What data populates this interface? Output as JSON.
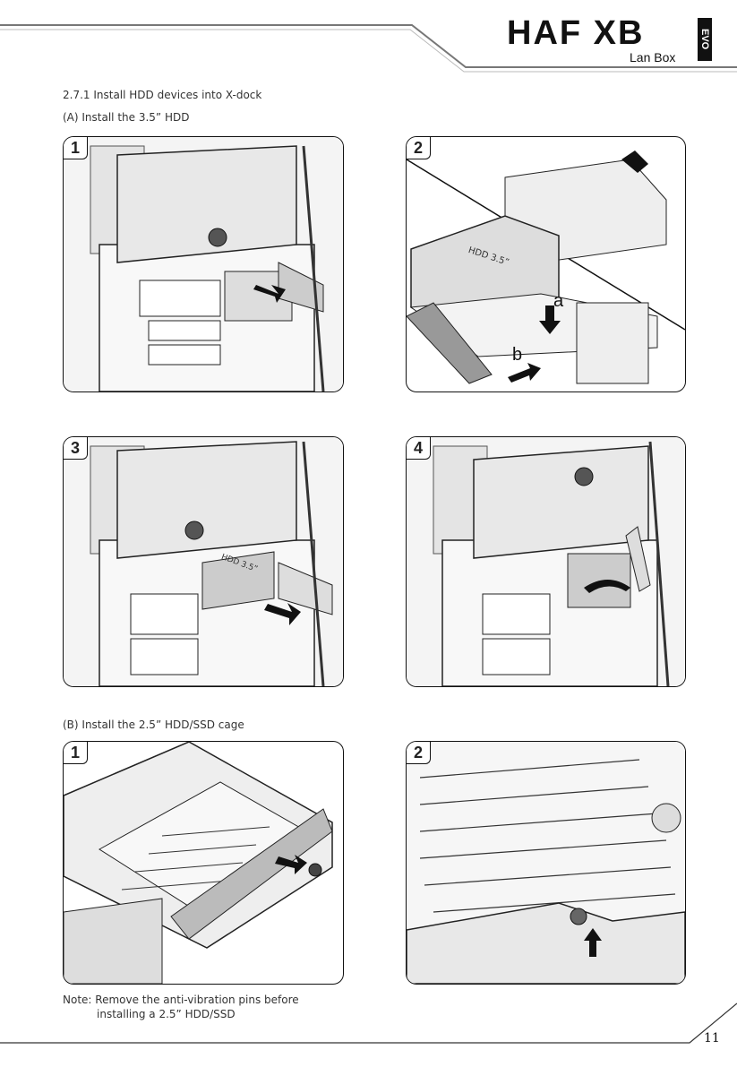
{
  "header": {
    "brand": "HAF XB",
    "brand_sub": "Lan Box",
    "brand_edition": "EVO"
  },
  "section_a": {
    "title": "2.7.1 Install HDD devices into X-dock",
    "subtitle": "(A) Install the 3.5” HDD",
    "steps": [
      {
        "number": "1"
      },
      {
        "number": "2",
        "callout_a": "a",
        "callout_b": "b",
        "drive_label": "HDD 3.5”"
      },
      {
        "number": "3",
        "drive_label": "HDD 3.5”"
      },
      {
        "number": "4"
      }
    ]
  },
  "section_b": {
    "subtitle": "(B) Install the 2.5” HDD/SSD cage",
    "steps": [
      {
        "number": "1"
      },
      {
        "number": "2"
      }
    ]
  },
  "note": {
    "line1": "Note: Remove the anti-vibration pins before",
    "line2": "installing a 2.5” HDD/SSD"
  },
  "footer": {
    "page_number": "11"
  }
}
